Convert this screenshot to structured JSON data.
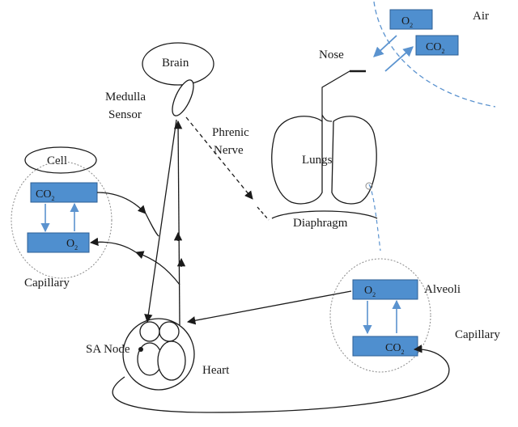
{
  "labels": {
    "air": "Air",
    "nose": "Nose",
    "brain": "Brain",
    "medulla": "Medulla",
    "sensor": "Sensor",
    "phrenic": "Phrenic",
    "nerve": "Nerve",
    "lungs": "Lungs",
    "diaphragm": "Diaphragm",
    "cell": "Cell",
    "capillary_left": "Capillary",
    "alveoli": "Alveoli",
    "capillary_right": "Capillary",
    "sa_node": "SA Node",
    "heart": "Heart"
  },
  "gases": {
    "o2": {
      "base": "O",
      "sub": "2"
    },
    "co2": {
      "base": "CO",
      "sub": "2"
    }
  },
  "colors": {
    "box_fill": "#4f8fcf",
    "box_stroke": "#2e5f94",
    "dashed_blue": "#5b93cf",
    "dotted_gray": "#8a8a8a",
    "line": "#1a1a1a"
  }
}
